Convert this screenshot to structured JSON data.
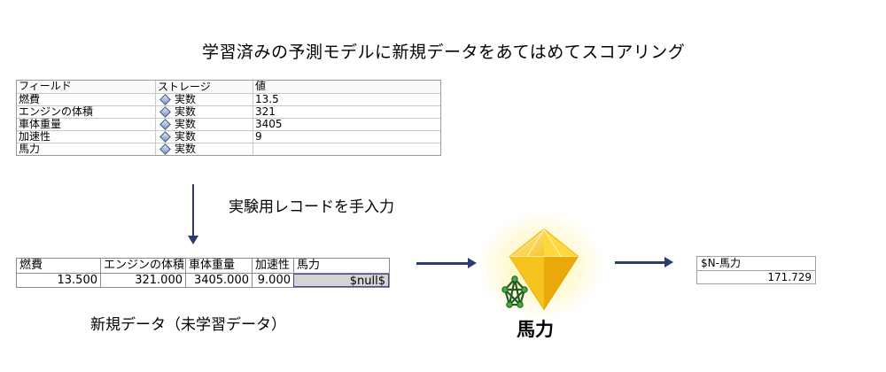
{
  "title": "学習済みの予測モデルに新規データをあてはめてスコアリング",
  "field_table": {
    "headers": [
      "フィールド",
      "ストレージ",
      "値"
    ],
    "rows": [
      {
        "field": "燃費",
        "storage": "実数",
        "value": "13.5",
        "storage_icon": "real-number-diamond-icon"
      },
      {
        "field": "エンジンの体積",
        "storage": "実数",
        "value": "321",
        "storage_icon": "real-number-diamond-icon"
      },
      {
        "field": "車体重量",
        "storage": "実数",
        "value": "3405",
        "storage_icon": "real-number-diamond-icon"
      },
      {
        "field": "加速性",
        "storage": "実数",
        "value": "9",
        "storage_icon": "real-number-diamond-icon"
      },
      {
        "field": "馬力",
        "storage": "実数",
        "value": "",
        "storage_icon": "real-number-diamond-icon"
      }
    ]
  },
  "manual_entry_label": "実験用レコードを手入力",
  "record_table": {
    "headers": [
      "燃費",
      "エンジンの体積",
      "車体重量",
      "加速性",
      "馬力"
    ],
    "values": [
      "13.500",
      "321.000",
      "3405.000",
      "9.000",
      "$null$"
    ]
  },
  "new_data_label": "新規データ（未学習データ）",
  "model": {
    "label": "馬力",
    "icon": "model-nugget-gem-icon",
    "badge_icon": "neural-network-icon"
  },
  "output_table": {
    "header": "$N-馬力",
    "value": "171.729"
  },
  "colors": {
    "arrow": "#2a3d6e",
    "null_cell": "#d4d4d4",
    "gem": "#f5c518"
  }
}
